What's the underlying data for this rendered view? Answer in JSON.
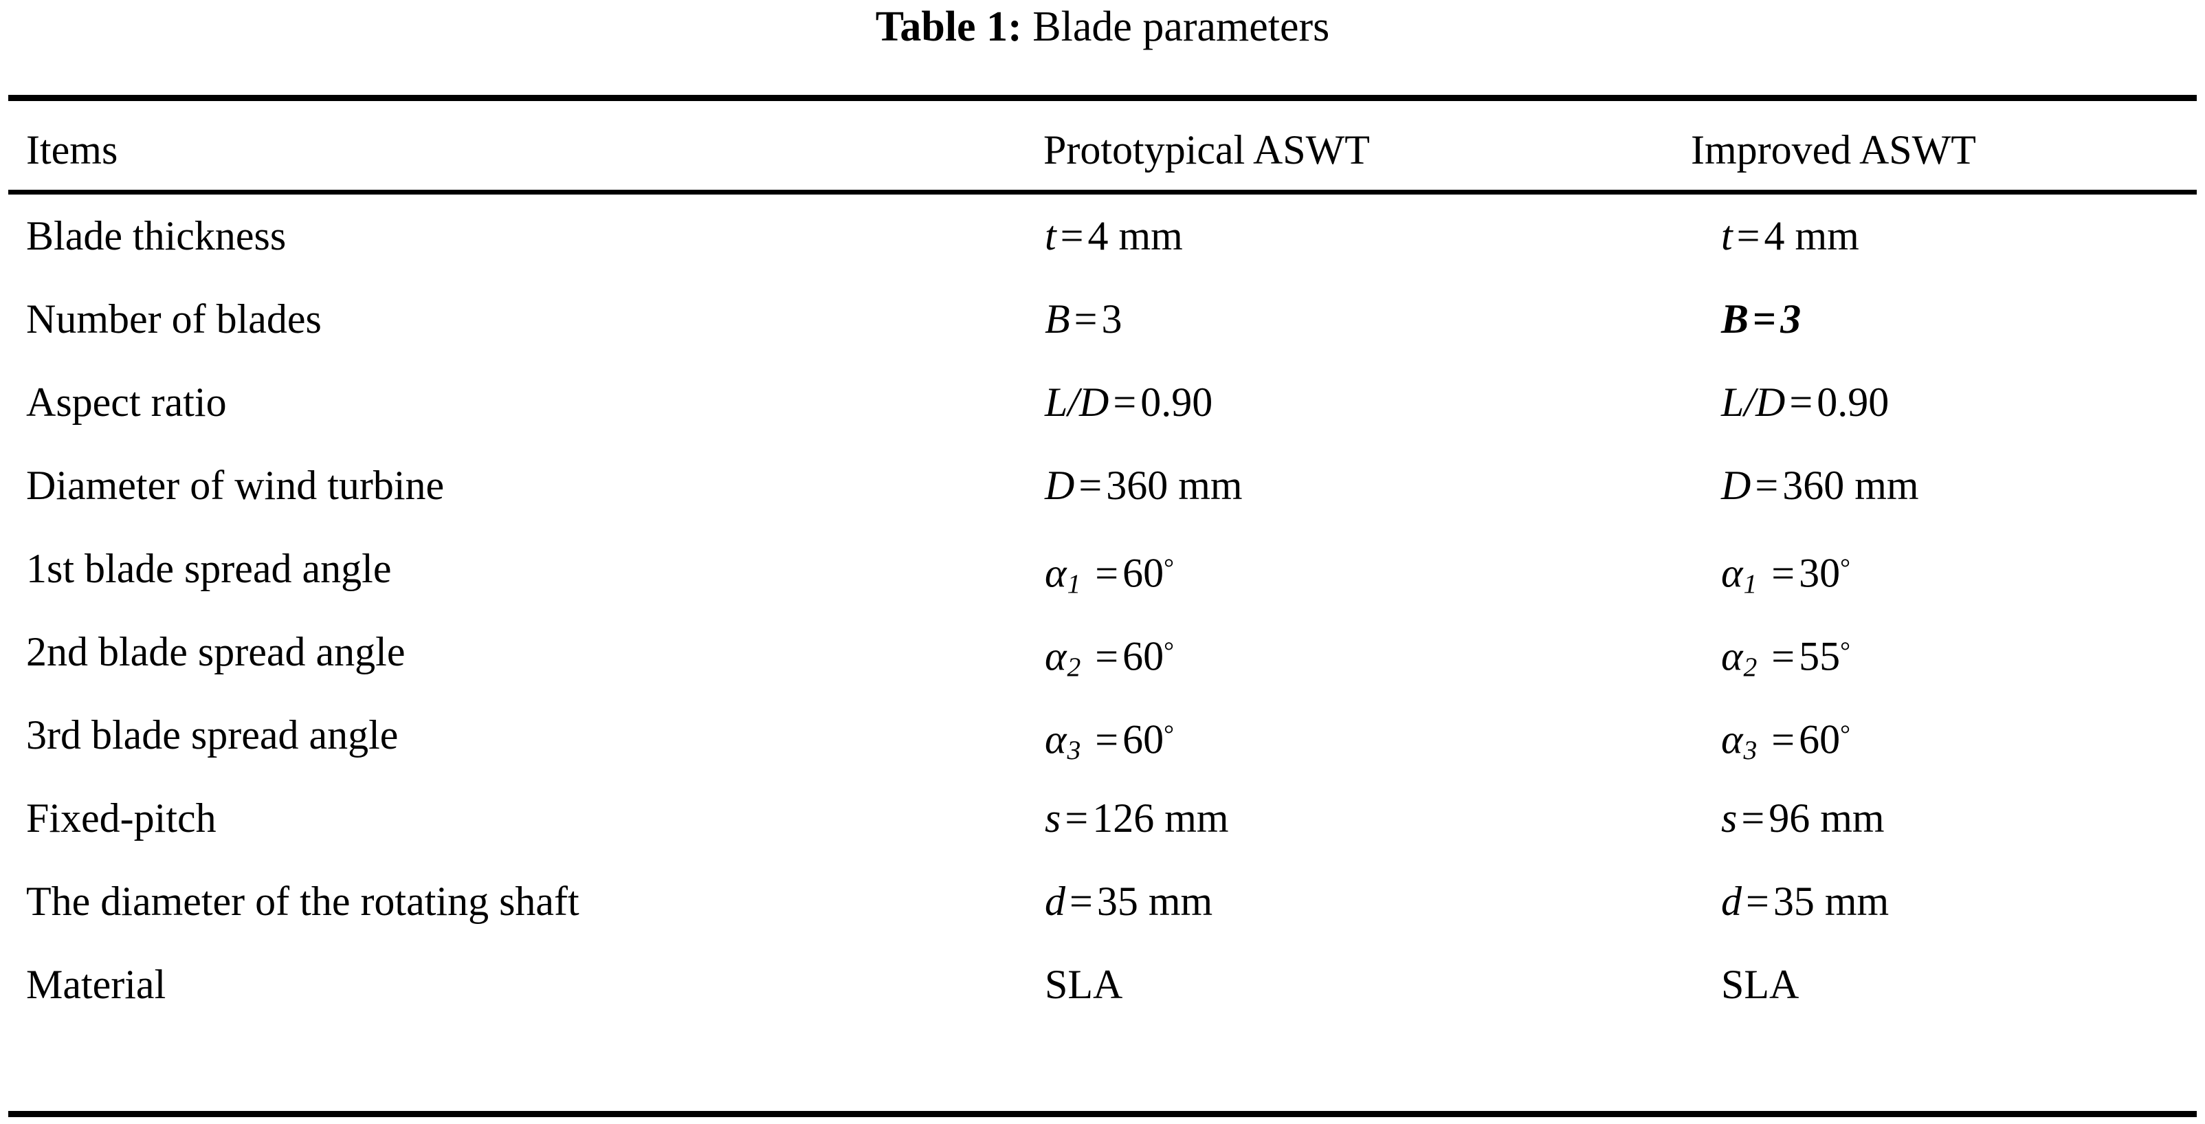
{
  "caption": {
    "label": "Table 1:",
    "text": "Blade parameters"
  },
  "table": {
    "columns": [
      {
        "key": "items",
        "header": "Items"
      },
      {
        "key": "prototypical",
        "header": "Prototypical ASWT"
      },
      {
        "key": "improved",
        "header": "Improved ASWT"
      }
    ],
    "rows": [
      {
        "item": "Blade thickness",
        "prototypical": {
          "symbol": "t",
          "symbol_style": "italic",
          "relation": "=",
          "value": "4 mm",
          "value_style": "roman",
          "text": "t = 4 mm"
        },
        "improved": {
          "symbol": "t",
          "symbol_style": "italic",
          "relation": "=",
          "value": "4 mm",
          "value_style": "roman",
          "text": "t = 4 mm"
        }
      },
      {
        "item": "Number of blades",
        "prototypical": {
          "symbol": "B",
          "symbol_style": "italic",
          "relation": "=",
          "value": "3",
          "value_style": "roman",
          "text": "B = 3"
        },
        "improved": {
          "symbol": "B",
          "symbol_style": "bold-italic",
          "relation": "=",
          "value": "3",
          "value_style": "bold-italic",
          "text": "B = 3"
        }
      },
      {
        "item": "Aspect ratio",
        "prototypical": {
          "symbol": "L/D",
          "symbol_style": "italic",
          "relation": "=",
          "value": "0.90",
          "value_style": "roman",
          "text": "L/D = 0.90"
        },
        "improved": {
          "symbol": "L/D",
          "symbol_style": "italic",
          "relation": "=",
          "value": "0.90",
          "value_style": "roman",
          "text": "L/D = 0.90"
        }
      },
      {
        "item": "Diameter of wind turbine",
        "prototypical": {
          "symbol": "D",
          "symbol_style": "italic",
          "relation": "=",
          "value": "360 mm",
          "value_style": "roman",
          "text": "D = 360 mm"
        },
        "improved": {
          "symbol": "D",
          "symbol_style": "italic",
          "relation": "=",
          "value": "360 mm",
          "value_style": "roman",
          "text": "D = 360 mm"
        }
      },
      {
        "item": "1st blade spread angle",
        "prototypical": {
          "symbol": "α",
          "subscript": "1",
          "symbol_style": "italic",
          "relation": "=",
          "value": "60",
          "unit": "°",
          "value_style": "roman",
          "text": "α1 = 60°"
        },
        "improved": {
          "symbol": "α",
          "subscript": "1",
          "symbol_style": "italic",
          "relation": "=",
          "value": "30",
          "unit": "°",
          "value_style": "roman",
          "text": "α1 = 30°"
        }
      },
      {
        "item": "2nd blade spread angle",
        "prototypical": {
          "symbol": "α",
          "subscript": "2",
          "symbol_style": "italic",
          "relation": "=",
          "value": "60",
          "unit": "°",
          "value_style": "roman",
          "text": "α2 = 60°"
        },
        "improved": {
          "symbol": "α",
          "subscript": "2",
          "symbol_style": "italic",
          "relation": "=",
          "value": "55",
          "unit": "°",
          "value_style": "roman",
          "text": "α2 = 55°"
        }
      },
      {
        "item": "3rd blade spread angle",
        "prototypical": {
          "symbol": "α",
          "subscript": "3",
          "symbol_style": "italic",
          "relation": "=",
          "value": "60",
          "unit": "°",
          "value_style": "roman",
          "text": "α3 = 60°"
        },
        "improved": {
          "symbol": "α",
          "subscript": "3",
          "symbol_style": "italic",
          "relation": "=",
          "value": "60",
          "unit": "°",
          "value_style": "roman",
          "text": "α3 = 60°"
        }
      },
      {
        "item": "Fixed-pitch",
        "prototypical": {
          "symbol": "s",
          "symbol_style": "italic",
          "relation": "=",
          "value": "126 mm",
          "value_style": "roman",
          "text": "s = 126 mm"
        },
        "improved": {
          "symbol": "s",
          "symbol_style": "italic",
          "relation": "=",
          "value": "96 mm",
          "value_style": "roman",
          "text": "s = 96 mm"
        }
      },
      {
        "item": "The diameter of the rotating shaft",
        "prototypical": {
          "symbol": "d",
          "symbol_style": "italic",
          "relation": "=",
          "value": "35 mm",
          "value_style": "roman",
          "text": "d = 35 mm"
        },
        "improved": {
          "symbol": "d",
          "symbol_style": "italic",
          "relation": "=",
          "value": "35 mm",
          "value_style": "roman",
          "text": "d = 35 mm"
        }
      },
      {
        "item": "Material",
        "prototypical": {
          "symbol": "",
          "relation": "",
          "value": "SLA",
          "value_style": "roman",
          "text": "SLA"
        },
        "improved": {
          "symbol": "",
          "relation": "",
          "value": "SLA",
          "value_style": "roman",
          "text": "SLA"
        }
      }
    ]
  },
  "rules": {
    "top": "top-rule",
    "header": "header-rule",
    "bottom": "bottom-rule"
  },
  "colors": {
    "text": "#000000",
    "background": "#ffffff",
    "rule": "#000000"
  }
}
